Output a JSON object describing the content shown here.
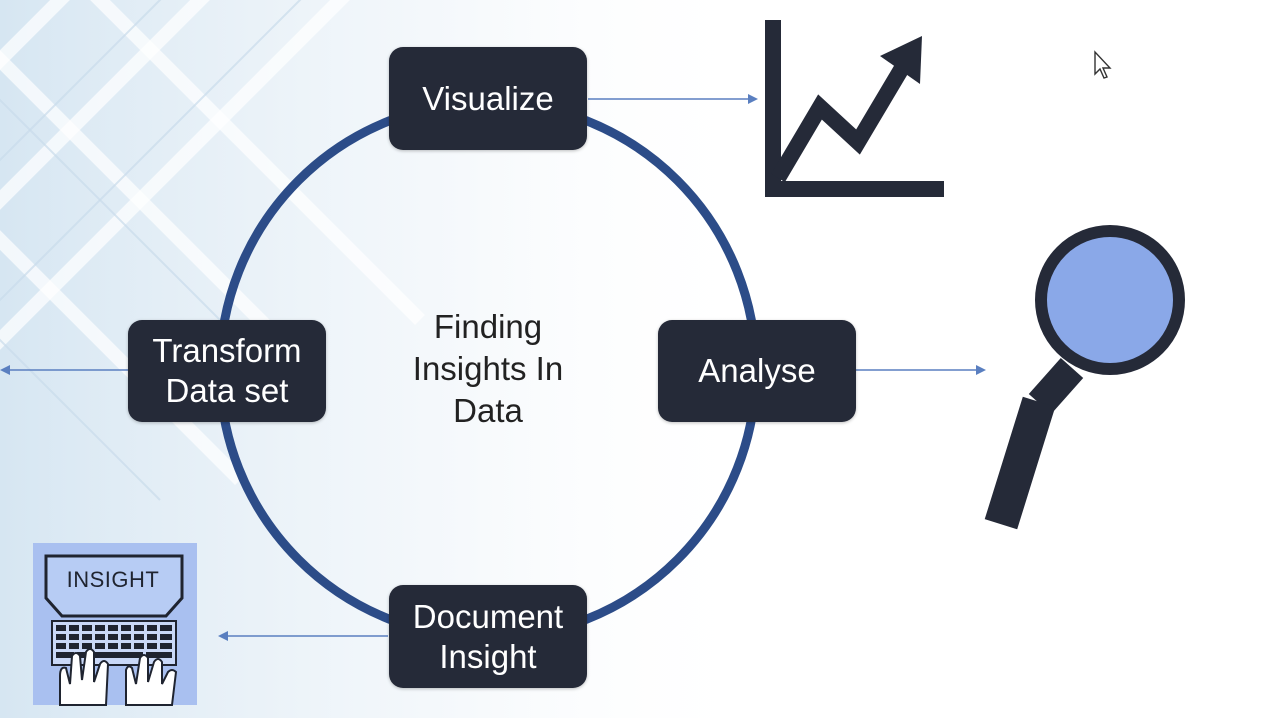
{
  "diagram": {
    "center_text": "Finding\nInsights In\nData",
    "nodes": {
      "visualize": "Visualize",
      "analyse": "Analyse",
      "document": "Document\nInsight",
      "transform": "Transform\nData set"
    },
    "laptop_screen_text": "INSIGHT"
  },
  "colors": {
    "node_fill": "#252a38",
    "ring": "#2c4c88",
    "arrow": "#5a7fc0",
    "magnifier_lens": "#8aa8e8",
    "laptop_fill": "#a9c0f0"
  },
  "icons": [
    "line-chart-icon",
    "magnifier-icon",
    "laptop-icon",
    "mouse-cursor-icon"
  ]
}
